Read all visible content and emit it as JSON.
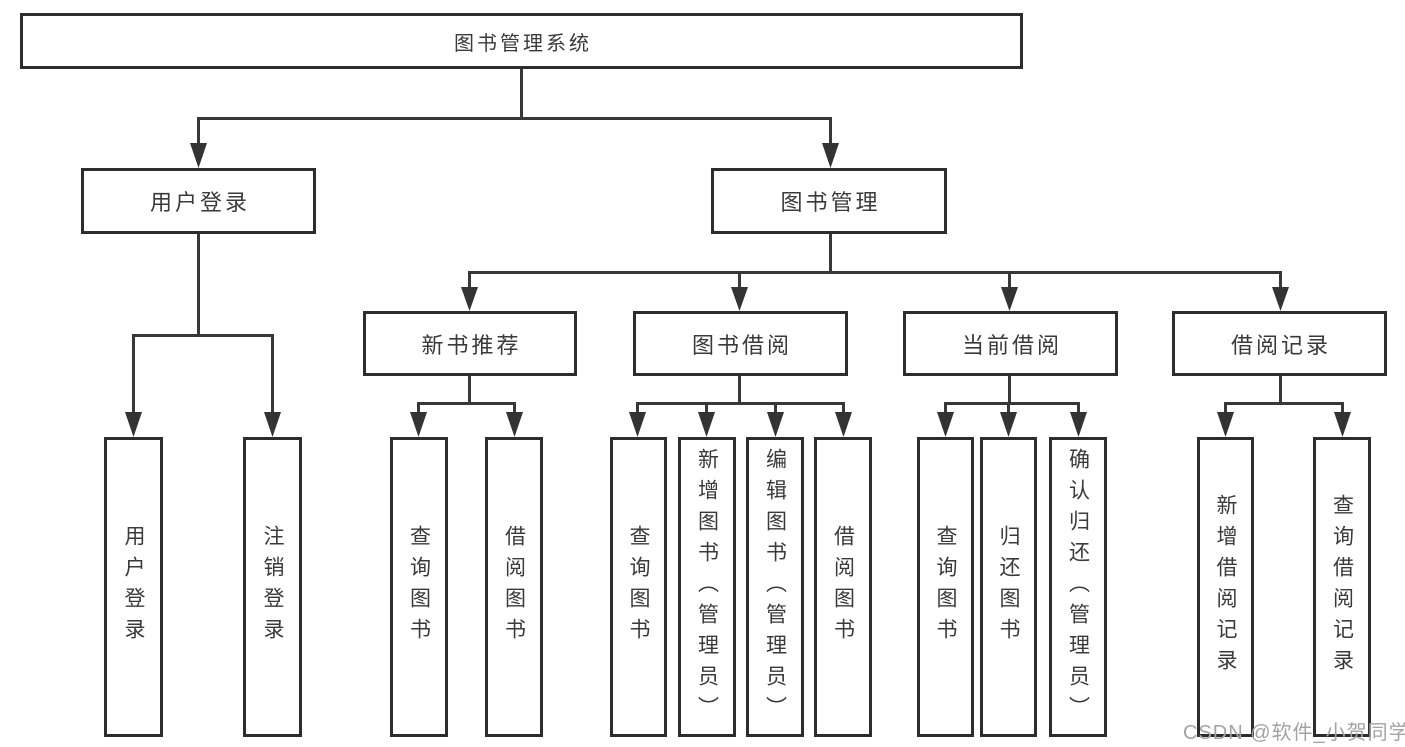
{
  "diagram": {
    "root": {
      "label": "图书管理系统"
    },
    "branches": [
      {
        "label": "用户登录",
        "children": [
          {
            "label": "用户登录"
          },
          {
            "label": "注销登录"
          }
        ]
      },
      {
        "label": "图书管理",
        "children": [
          {
            "label": "新书推荐",
            "children": [
              {
                "label": "查询图书"
              },
              {
                "label": "借阅图书"
              }
            ]
          },
          {
            "label": "图书借阅",
            "children": [
              {
                "label": "查询图书"
              },
              {
                "label": "新增图书（管理员）"
              },
              {
                "label": "编辑图书（管理员）"
              },
              {
                "label": "借阅图书"
              }
            ]
          },
          {
            "label": "当前借阅",
            "children": [
              {
                "label": "查询图书"
              },
              {
                "label": "归还图书"
              },
              {
                "label": "确认归还（管理员）"
              }
            ]
          },
          {
            "label": "借阅记录",
            "children": [
              {
                "label": "新增借阅记录"
              },
              {
                "label": "查询借阅记录"
              }
            ]
          }
        ]
      }
    ]
  },
  "watermark": {
    "text": "CSDN @软件_小贺同学"
  },
  "colors": {
    "line": "#383838",
    "box_border": "#2d2d2d",
    "text": "#3a3a3a",
    "background": "#ffffff",
    "watermark": "#a3a3a3"
  }
}
